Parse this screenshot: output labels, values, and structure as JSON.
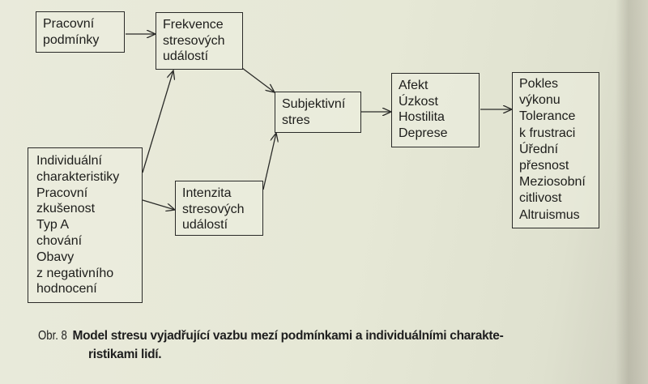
{
  "diagram": {
    "nodes": {
      "pracovni_podminky": {
        "lines": [
          "Pracovní",
          "podmínky"
        ]
      },
      "frekvence": {
        "lines": [
          "Frekvence",
          "stresových",
          "událostí"
        ]
      },
      "subjektivni_stres": {
        "lines": [
          "Subjektivní",
          "stres"
        ]
      },
      "afekt": {
        "lines": [
          "Afekt",
          "Úzkost",
          "Hostilita",
          "Deprese"
        ]
      },
      "pokles": {
        "lines": [
          "Pokles",
          "výkonu",
          "Tolerance",
          "k frustraci",
          "Úřední",
          "přesnost",
          "Meziosobní",
          "citlivost",
          "Altruismus"
        ]
      },
      "individualni": {
        "lines": [
          "Individuální",
          "charakteristiky",
          "Pracovní",
          "zkušenost",
          "Typ A",
          "chování",
          "Obavy",
          "z negativního",
          "hodnocení"
        ]
      },
      "intenzita": {
        "lines": [
          "Intenzita",
          "stresových",
          "událostí"
        ]
      }
    },
    "edges": [
      {
        "from": "pracovni_podminky",
        "to": "frekvence"
      },
      {
        "from": "individualni",
        "to": "frekvence"
      },
      {
        "from": "individualni",
        "to": "intenzita"
      },
      {
        "from": "frekvence",
        "to": "subjektivni_stres"
      },
      {
        "from": "intenzita",
        "to": "subjektivni_stres"
      },
      {
        "from": "subjektivni_stres",
        "to": "afekt"
      },
      {
        "from": "afekt",
        "to": "pokles"
      }
    ]
  },
  "caption": {
    "label": "Obr. 8",
    "text_line1": "Model stresu vyjadřující vazbu mezí podmínkami a individuálními charakte-",
    "text_line2": "ristikami lidí."
  }
}
